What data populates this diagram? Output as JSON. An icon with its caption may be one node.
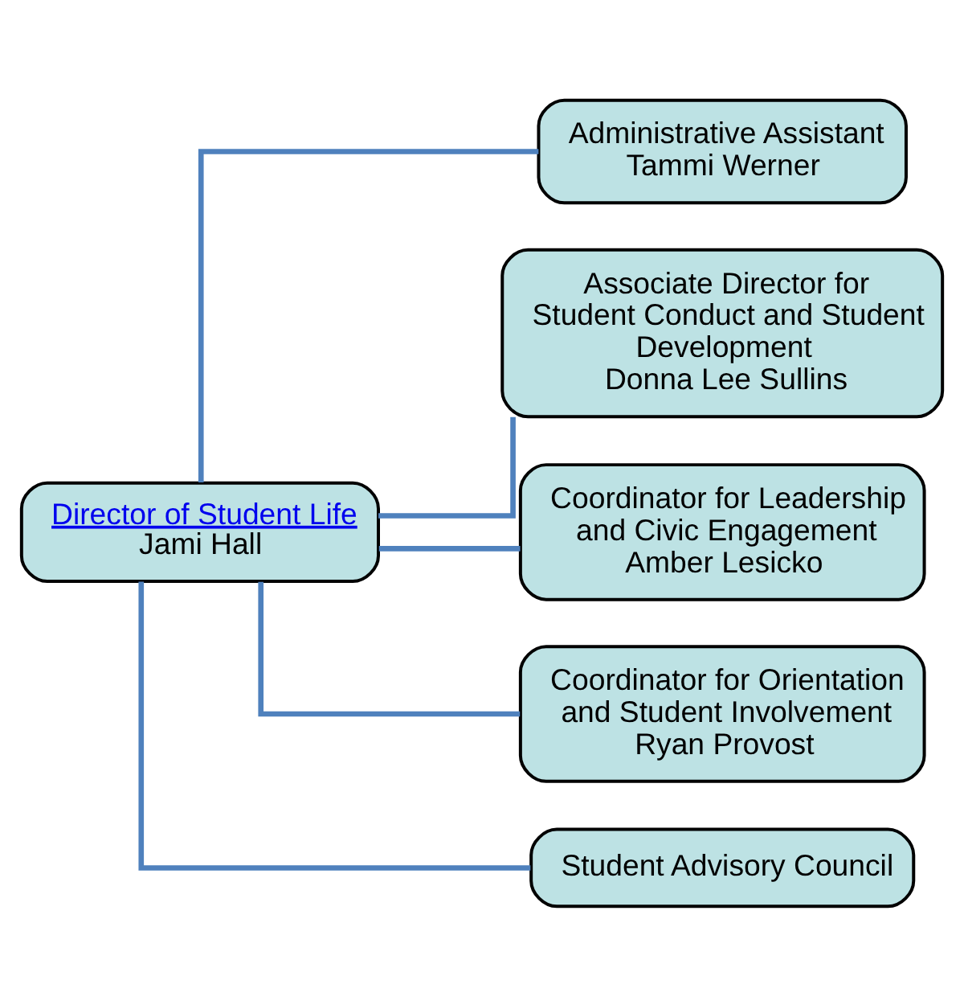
{
  "diagram": {
    "nodes": [
      {
        "text": [
          "Director of Student Life",
          "Jami Hall"
        ]
      },
      {
        "text": [
          "Administrative Assistant",
          "Tammi Werner"
        ]
      },
      {
        "text": [
          "Associate Director for Student Conduct and Student Development",
          "Donna Lee Sullins"
        ]
      },
      {
        "text": [
          "Coordinator for Leadership and Civic Engagement",
          "Amber Lesicko"
        ]
      },
      {
        "text": [
          "Coordinator for Orientation and Student Involvement",
          "Ryan Provost"
        ]
      },
      {
        "text": [
          "Student Advisory Council"
        ]
      }
    ],
    "edges": [
      {
        "from": 0,
        "to": 1,
        "arrow": "none"
      },
      {
        "from": 0,
        "to": 2,
        "arrow": "none"
      },
      {
        "from": 0,
        "to": 3,
        "arrow": "none"
      },
      {
        "from": 0,
        "to": 4,
        "arrow": "none"
      },
      {
        "from": 0,
        "to": 5,
        "arrow": "none"
      }
    ]
  }
}
